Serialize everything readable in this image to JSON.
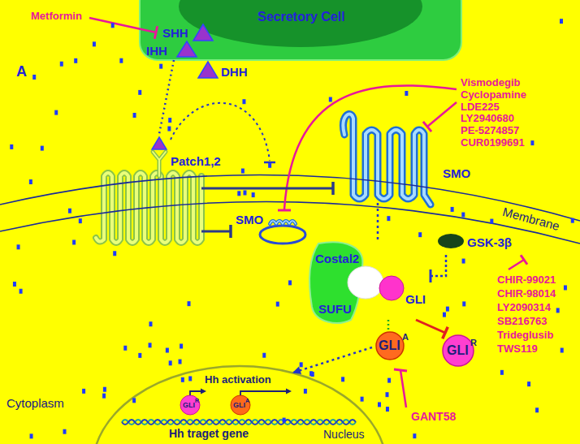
{
  "diagram": {
    "nodes": [
      {
        "text": [
          "Secretory Cell"
        ]
      },
      {
        "text": [
          "Patch1,2"
        ]
      },
      {
        "text": [
          "SMO"
        ]
      },
      {
        "text": [
          "SMO"
        ]
      },
      {
        "text": [
          "GSK-3β"
        ]
      },
      {
        "text": [
          "Costal2",
          "SUFU",
          "GLI"
        ]
      },
      {
        "text": [
          "GLI",
          "A"
        ]
      },
      {
        "text": [
          "GLI",
          "R"
        ]
      },
      {
        "text": [
          "Nucleus"
        ]
      },
      {
        "text": [
          "GLI",
          "R"
        ],
        "in": 8
      },
      {
        "text": [
          "GLI",
          "A"
        ],
        "in": 8
      }
    ],
    "edges": [
      {
        "from": 0,
        "to": 1,
        "arrow": "none"
      },
      {
        "from": 1,
        "to": 2,
        "arrow": "to"
      },
      {
        "from": 1,
        "to": 3,
        "arrow": "to"
      },
      {
        "from": 2,
        "to": 5,
        "arrow": "none"
      },
      {
        "from": 4,
        "to": 5,
        "arrow": "to"
      },
      {
        "from": 5,
        "to": 6,
        "arrow": "none"
      },
      {
        "from": 5,
        "to": 7,
        "arrow": "to"
      },
      {
        "from": 6,
        "to": 8,
        "arrow": "to"
      }
    ],
    "labels": [
      "Metformin",
      "SHH",
      "IHH",
      "DHH",
      "A",
      "Vismodegib",
      "Cyclopamine",
      "LDE225",
      "LY2940680",
      "PE-5274857",
      "CUR0199691",
      "Membrane",
      "CHIR-99021",
      "CHIR-98014",
      "LY2090314",
      "SB216763",
      "Trideglusib",
      "TWS119",
      "GANT58",
      "Hh activation",
      "Hh traget gene",
      "Cytoplasm"
    ]
  }
}
